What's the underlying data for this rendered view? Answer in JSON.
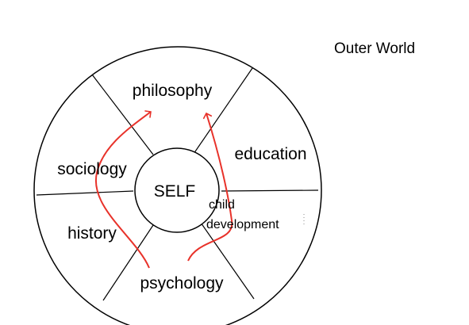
{
  "diagram": {
    "outer_label": "Outer World",
    "center_label": "SELF",
    "sectors": {
      "top": "philosophy",
      "upper_right": "education",
      "lower_right_line1": "child",
      "lower_right_line2": "development",
      "bottom": "psychology",
      "lower_left": "history",
      "upper_left": "sociology"
    },
    "colors": {
      "lines": "#000000",
      "arrows": "#e8322a",
      "background": "#ffffff"
    }
  }
}
